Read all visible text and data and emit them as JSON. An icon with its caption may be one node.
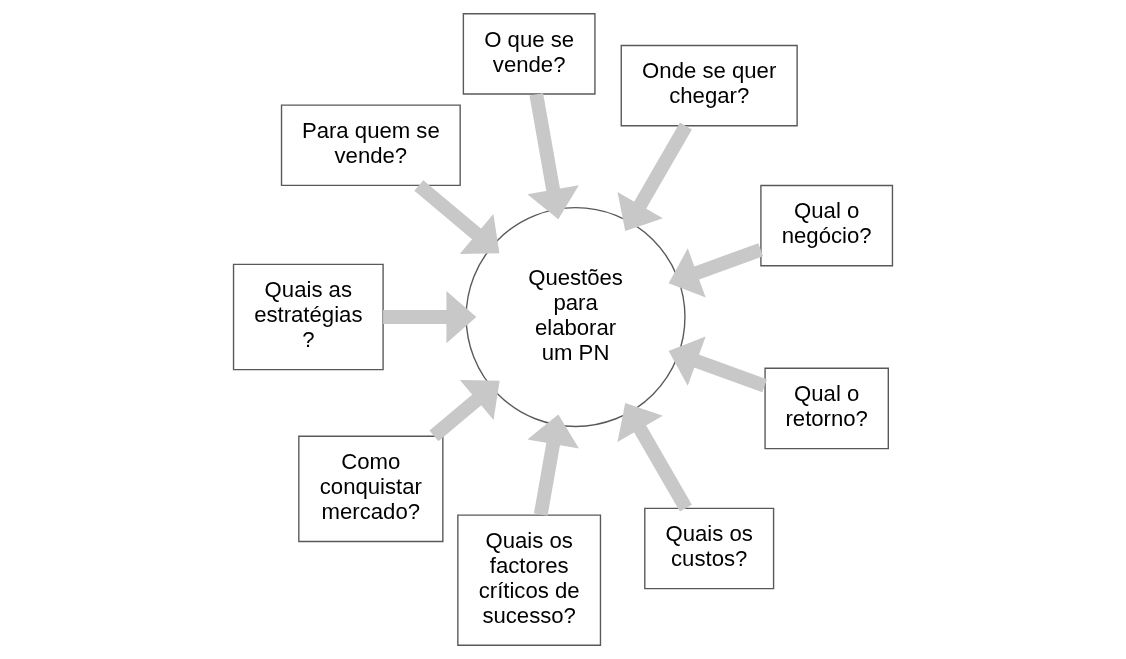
{
  "diagram": {
    "nodes": [
      {
        "text": [
          "Qual o negócio?"
        ]
      },
      {
        "text": [
          "Onde se quer chegar?"
        ]
      },
      {
        "text": [
          "O que se vende?"
        ]
      },
      {
        "text": [
          "Para quem se vende?"
        ]
      },
      {
        "text": [
          "Quais as estratégias ?"
        ]
      },
      {
        "text": [
          "Como conquistar mercado?"
        ]
      },
      {
        "text": [
          "Quais os factores críticos de sucesso?"
        ]
      },
      {
        "text": [
          "Quais os custos?"
        ]
      },
      {
        "text": [
          "Qual o retorno?"
        ]
      },
      {
        "text": [
          "Questões para elaborar um PN"
        ]
      }
    ],
    "edges": [
      {
        "from": 0,
        "to": 9,
        "arrow": "to"
      },
      {
        "from": 1,
        "to": 9,
        "arrow": "to"
      },
      {
        "from": 2,
        "to": 9,
        "arrow": "to"
      },
      {
        "from": 3,
        "to": 9,
        "arrow": "to"
      },
      {
        "from": 4,
        "to": 9,
        "arrow": "to"
      },
      {
        "from": 5,
        "to": 9,
        "arrow": "to"
      },
      {
        "from": 6,
        "to": 9,
        "arrow": "to"
      },
      {
        "from": 7,
        "to": 9,
        "arrow": "to"
      },
      {
        "from": 8,
        "to": 9,
        "arrow": "to"
      }
    ]
  }
}
